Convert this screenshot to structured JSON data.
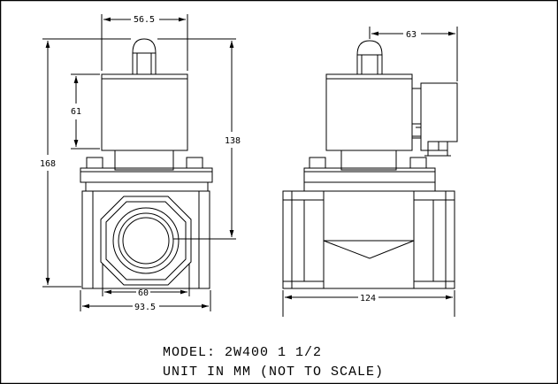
{
  "drawing": {
    "dimensions": {
      "coil_width": "56.5",
      "coil_height": "61",
      "total_height": "168",
      "bore_height": "138",
      "port_width": "60",
      "body_width": "93.5",
      "side_offset": "63",
      "side_length": "124"
    },
    "caption": {
      "model": "MODEL: 2W400 1 1/2",
      "unit": "UNIT IN MM (NOT TO SCALE)"
    }
  },
  "colors": {
    "background": "#ffffff",
    "line": "#000000"
  }
}
